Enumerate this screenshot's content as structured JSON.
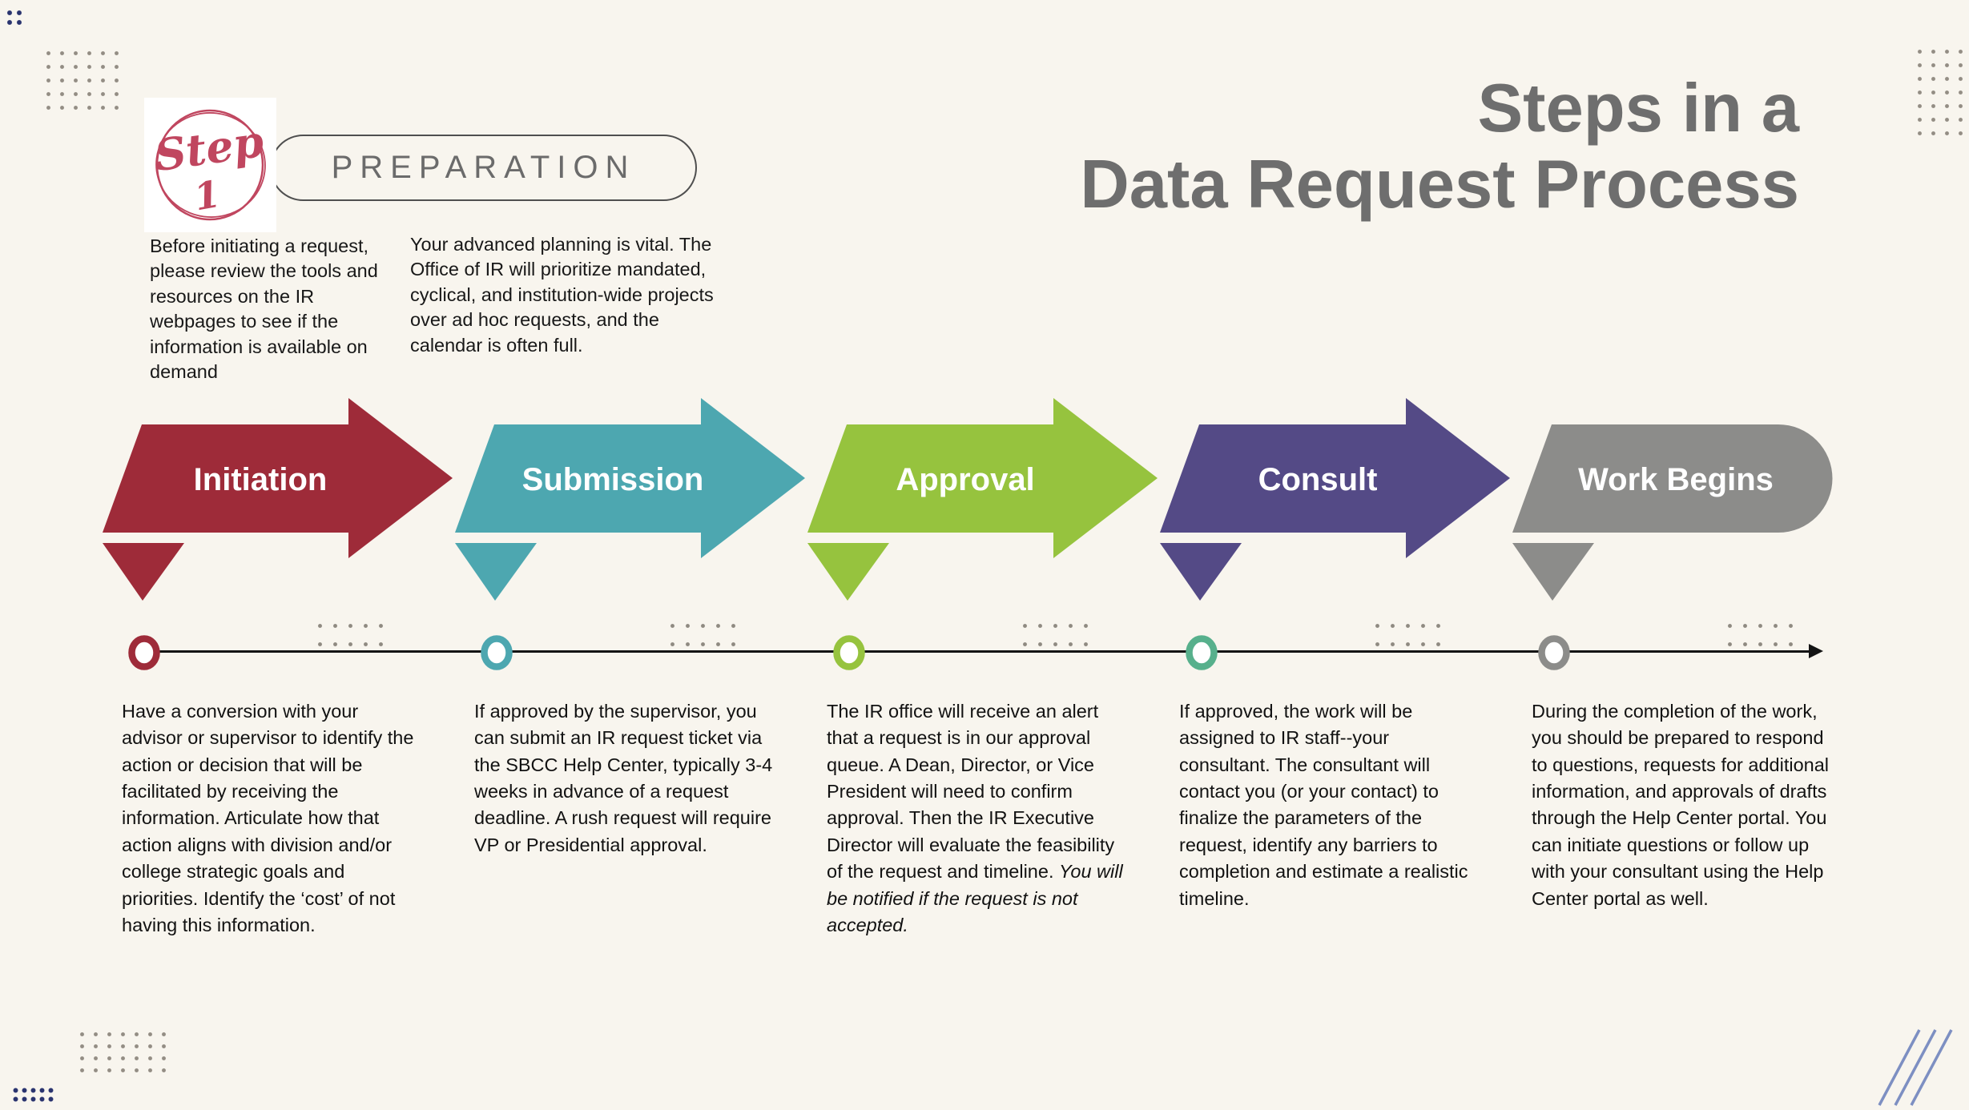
{
  "canvas": {
    "background": "#f8f5ee"
  },
  "header": {
    "badge": {
      "word": "Step",
      "number": "1",
      "color": "#c0465f"
    },
    "pill_label": "PREPARATION",
    "intro_left": "Before initiating a request, please review the tools and resources on the IR webpages to see if the information is available on demand",
    "intro_right": "Your advanced planning is  vital. The Office of IR will prioritize mandated, cyclical, and institution-wide projects over ad hoc requests, and the calendar is often full."
  },
  "title": {
    "line1": "Steps in a",
    "line2": "Data Request Process",
    "color": "#6e6e6e"
  },
  "decor_colors": {
    "navy_dots": "#2a346f",
    "gray_dots": "#938d84",
    "diagonal_lines": "#7d8fc2",
    "timeline": "#141414"
  },
  "steps": [
    {
      "label": "Initiation",
      "arrow_color": "#9e2b39",
      "ring_color": "#9e2b39",
      "description": "Have a conversion with your advisor or supervisor to identify the action or decision that will be facilitated by receiving the information. Articulate how that action aligns with division and/or college strategic goals and priorities. Identify the ‘cost’ of not having this information.",
      "description_italic": ""
    },
    {
      "label": "Submission",
      "arrow_color": "#4da7b0",
      "ring_color": "#4da7b0",
      "description": "If approved by the supervisor, you can submit an IR request ticket via the SBCC Help Center, typically 3-4 weeks in advance of a request deadline. A rush request will require VP or Presidential approval.",
      "description_italic": ""
    },
    {
      "label": "Approval",
      "arrow_color": "#96c33e",
      "ring_color": "#96c33e",
      "description": "The IR office will receive an alert that a request is in our approval queue. A Dean, Director, or Vice President will need to confirm approval. Then the IR Executive Director will evaluate the feasibility of the request and timeline. ",
      "description_italic": "You will be notified if the request is not accepted."
    },
    {
      "label": "Consult",
      "arrow_color": "#544a86",
      "ring_color": "#57b08c",
      "description": "If approved, the work will be assigned to IR staff--your consultant. The consultant will contact you (or your contact) to finalize the parameters of the request, identify any barriers to completion and estimate a realistic timeline.",
      "description_italic": ""
    },
    {
      "label": "Work Begins",
      "arrow_color": "#8c8c8a",
      "ring_color": "#8c8c8a",
      "description": "During the completion of the work, you should be prepared to respond to questions, requests for additional information, and approvals of drafts through the Help Center portal. You can initiate questions or follow up with your consultant using the Help Center portal as well.",
      "description_italic": ""
    }
  ]
}
